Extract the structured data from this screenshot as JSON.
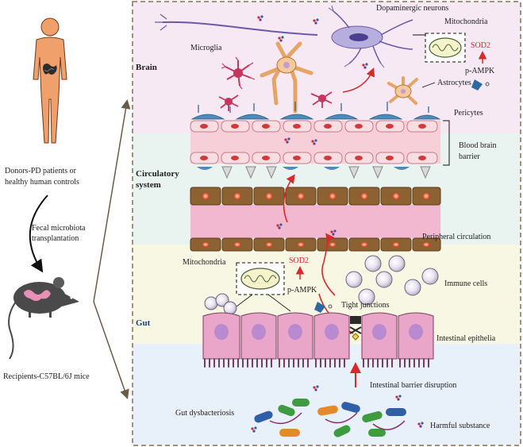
{
  "left_panel": {
    "donor_caption_line1": "Donors-PD patients or",
    "donor_caption_line2": "healthy human controls",
    "fmt_line1": "Fecal microbiota",
    "fmt_line2": "transplantation",
    "recipient_caption": "Recipients-C57BL/6J mice"
  },
  "sections": {
    "brain": "Brain",
    "circ_line1": "Circulatory",
    "circ_line2": "system",
    "gut": "Gut"
  },
  "labels": {
    "dopaminergic_neurons": "Dopaminergic neurons",
    "mitochondria_brain": "Mitochondria",
    "sod2_brain": "SOD2",
    "pampk_brain": "p-AMPK",
    "microglia": "Microglia",
    "astrocytes": "Astrocytes",
    "pericytes": "Pericytes",
    "bbb_line1": "Blood brain",
    "bbb_line2": "barrier",
    "peripheral_circulation": "Peripheral circulation",
    "mitochondria_gut": "Mitochondria",
    "sod2_gut": "SOD2",
    "pampk_gut": "p-AMPK",
    "immune_cells": "Immune cells",
    "tight_junctions": "Tight junctions",
    "intestinal_epithelia": "Intestinal epithelia",
    "intestinal_barrier_disruption": "Intestinal barrier disruption",
    "gut_dysbacteriosis": "Gut dysbacteriosis",
    "harmful_substance": "Harmful substance"
  },
  "colors": {
    "brain_bg": "#f6e9f3",
    "circ_bg": "#e9f3ef",
    "gut_bg": "#f7f7e4",
    "lumen_bg": "#e8f0f9",
    "accent_red": "#d62b2b",
    "endothelial": "#f6c6cf",
    "brown_cell": "#8d6233",
    "epithelial": "#e9a6c9",
    "skin": "#f0a06a"
  }
}
